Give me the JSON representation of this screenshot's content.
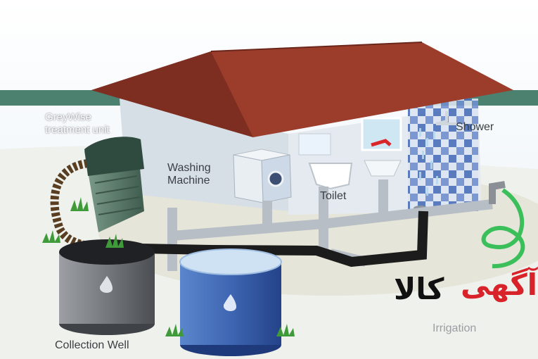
{
  "labels": {
    "treatment_unit": [
      "GreyWise",
      "treatment unit"
    ],
    "washing_machine": [
      "Washing",
      "Machine"
    ],
    "toilet": "Toilet",
    "shower": "Shower",
    "collection_well": "Collection Well",
    "irrigation": "Irrigation"
  },
  "watermark": {
    "word1": "آگهی",
    "word2": "کالا"
  },
  "colors": {
    "sky": "#eaf3f8",
    "roof": "#9c3d2c",
    "wall": "#dde4ea",
    "pipe_grey": "#b7bec5",
    "pipe_black": "#1c1c1c",
    "tank_blue": "#3f69b6",
    "well_grey": "#6f7378",
    "unit_green": "#5c7d6d",
    "hose_green": "#3bbf5a",
    "watermark_red": "#d8232a"
  }
}
